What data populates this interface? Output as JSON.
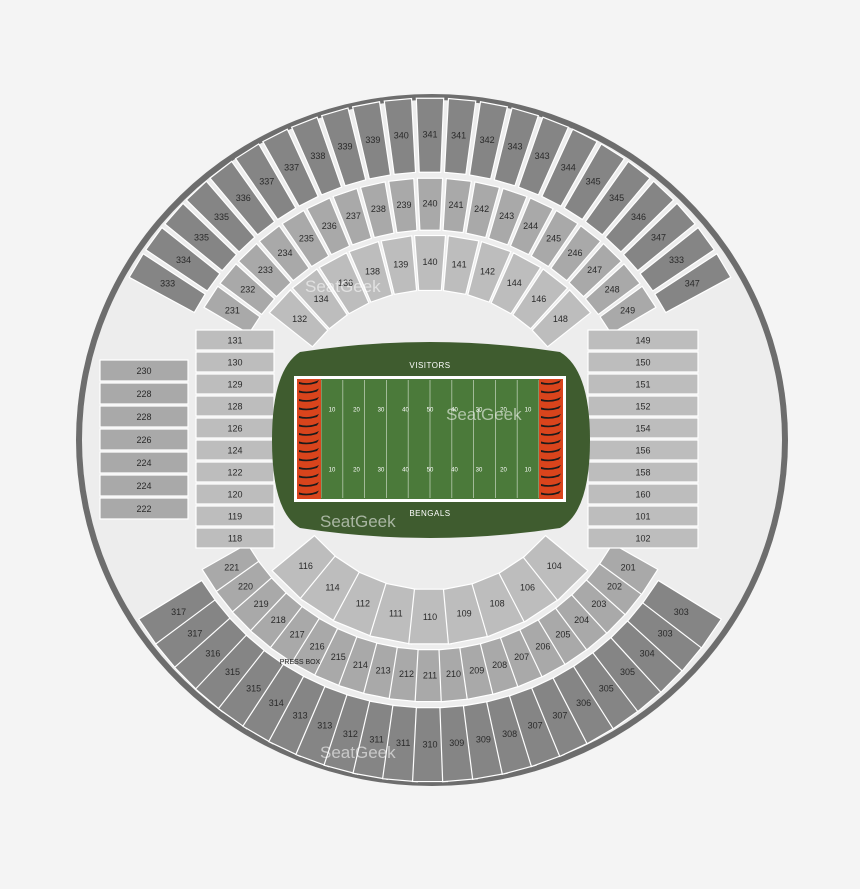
{
  "venue_map": {
    "watermark": "SeatGeek",
    "press_box": "PRESS BOX",
    "field": {
      "top_label": "VISITORS",
      "bottom_label": "BENGALS",
      "yard_numbers_top": [
        "10",
        "20",
        "30",
        "40",
        "50",
        "40",
        "30",
        "20",
        "10"
      ],
      "yard_numbers_bottom": [
        "10",
        "20",
        "30",
        "40",
        "50",
        "40",
        "30",
        "20",
        "10"
      ]
    },
    "colors": {
      "background": "#f4f4f4",
      "concourse": "#e9e9e9",
      "level_100": "#bdbdbd",
      "level_200": "#a9a9a9",
      "level_300": "#858585",
      "field": "#4b7a3a",
      "turf_apron": "#3f5c2f",
      "endzone": "#d9441c",
      "stripe": "#1b1b1b"
    },
    "levels": {
      "level_100": {
        "top": [
          "132",
          "134",
          "136",
          "138",
          "139",
          "140",
          "141",
          "142",
          "144",
          "146",
          "148"
        ],
        "bottom": [
          "116",
          "114",
          "112",
          "111",
          "110",
          "109",
          "108",
          "106",
          "104"
        ],
        "left": [
          "131",
          "130",
          "129",
          "128",
          "126",
          "124",
          "122",
          "120",
          "119",
          "118"
        ],
        "right": [
          "149",
          "150",
          "151",
          "152",
          "154",
          "156",
          "158",
          "160",
          "101",
          "102"
        ]
      },
      "level_200": {
        "top": [
          "231",
          "232",
          "233",
          "234",
          "235",
          "236",
          "237",
          "238",
          "239",
          "240",
          "241",
          "242",
          "243",
          "244",
          "245",
          "246",
          "247",
          "248",
          "249"
        ],
        "bottom": [
          "221",
          "220",
          "219",
          "218",
          "217",
          "216",
          "215",
          "214",
          "213",
          "212",
          "211",
          "210",
          "209",
          "208",
          "207",
          "206",
          "205",
          "204",
          "203",
          "202",
          "201"
        ],
        "left": [
          "230",
          "228",
          "228",
          "226",
          "224",
          "224",
          "222"
        ]
      },
      "level_300": {
        "top": [
          "333",
          "334",
          "335",
          "335",
          "336",
          "337",
          "337",
          "338",
          "339",
          "339",
          "340",
          "341",
          "341",
          "342",
          "343",
          "343",
          "344",
          "345",
          "345",
          "346",
          "347",
          "333",
          "347"
        ],
        "bottom": [
          "317",
          "317",
          "316",
          "315",
          "315",
          "314",
          "313",
          "313",
          "312",
          "311",
          "311",
          "310",
          "309",
          "309",
          "308",
          "307",
          "307",
          "306",
          "305",
          "305",
          "304",
          "303",
          "303"
        ]
      }
    }
  }
}
